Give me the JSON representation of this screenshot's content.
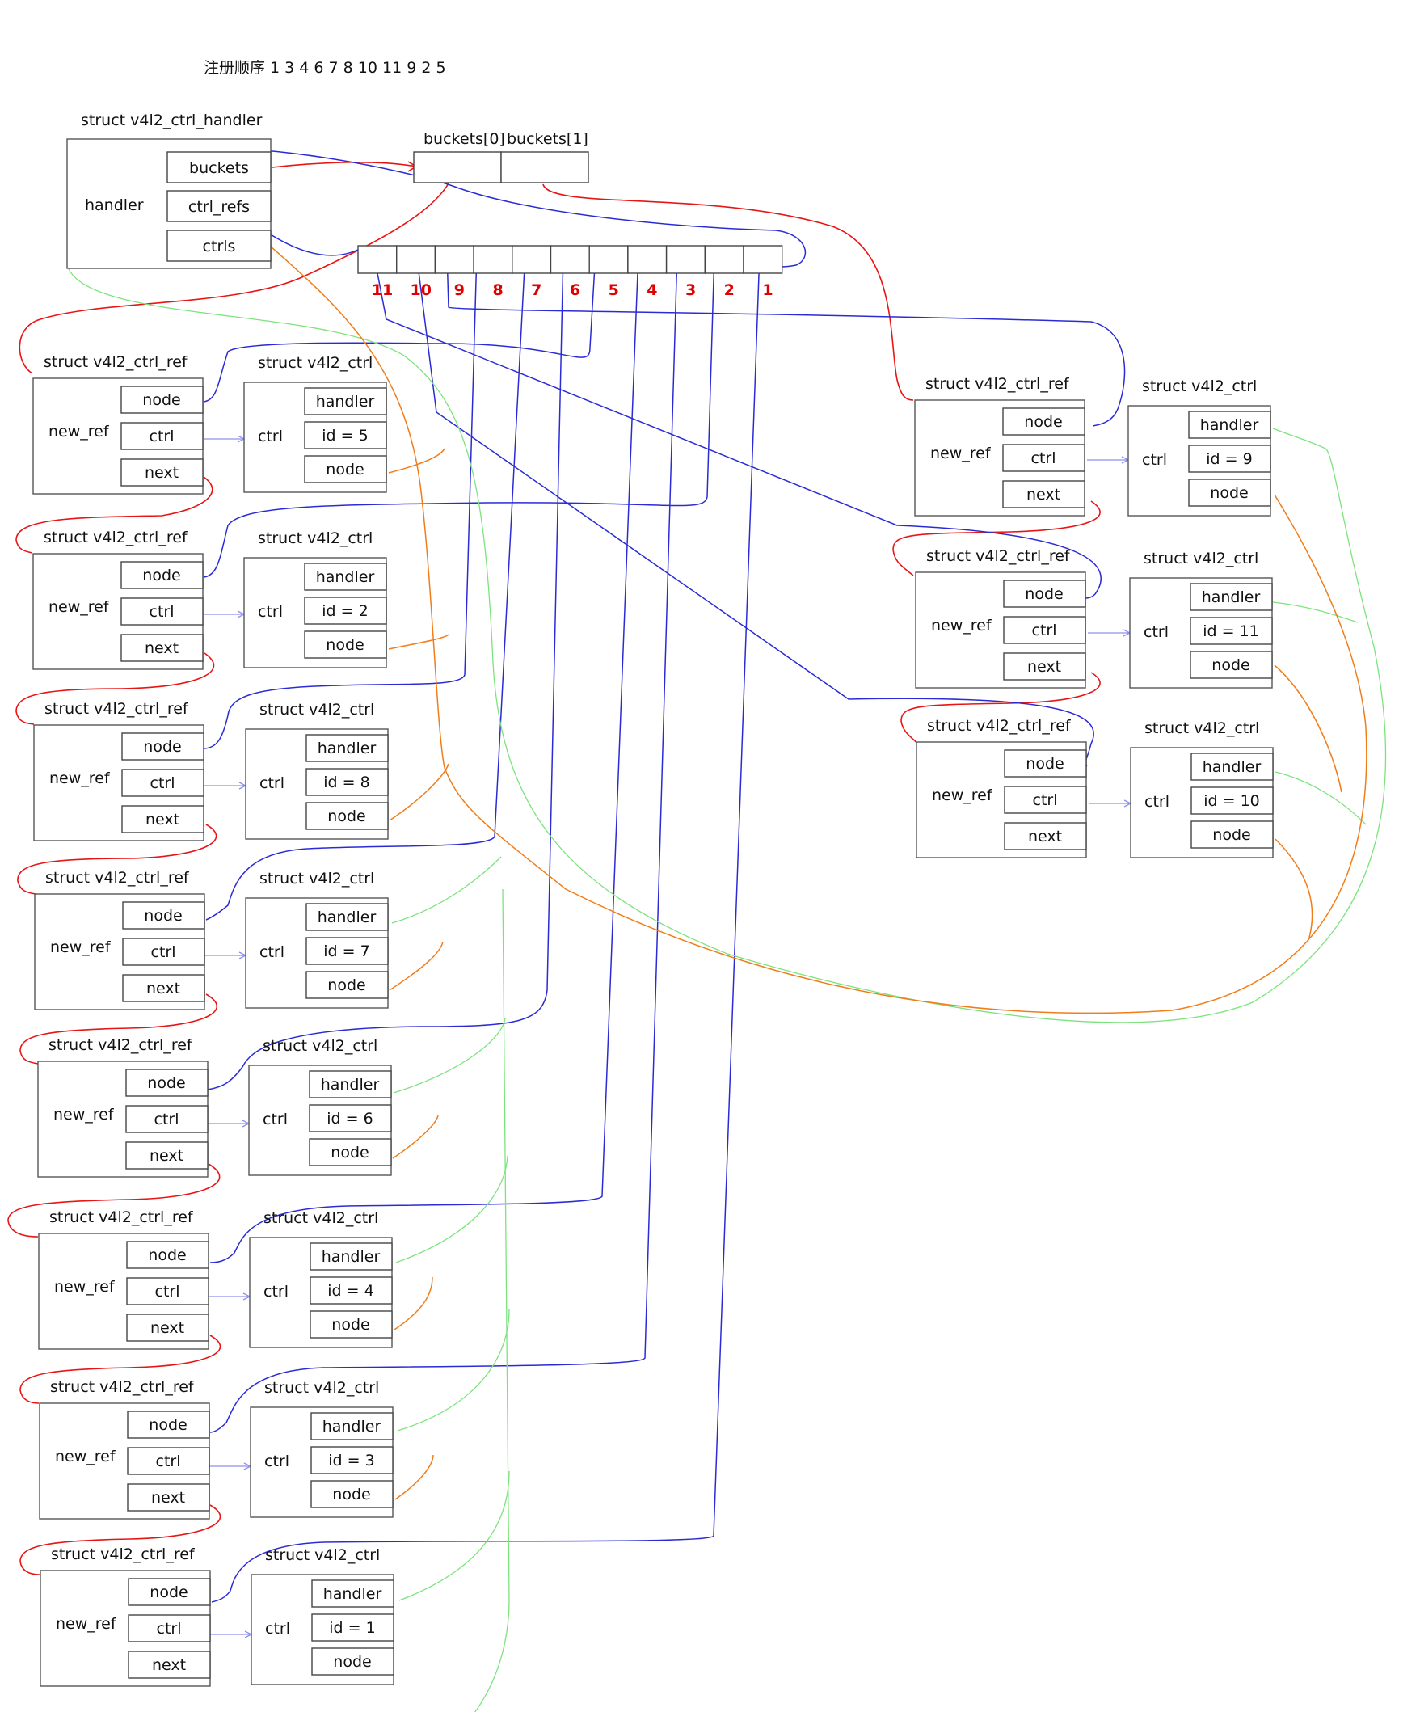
{
  "note": "注册顺序 1 3 4 6 7 8 10 11 9 2 5",
  "handler": {
    "struct_title": "struct v4l2_ctrl_handler",
    "label": "handler",
    "fields": [
      "buckets",
      "ctrl_refs",
      "ctrls"
    ]
  },
  "buckets": {
    "labels": [
      "buckets[0]",
      "buckets[1]"
    ]
  },
  "ref_array": {
    "numbers": [
      "11",
      "10",
      "9",
      "8",
      "7",
      "6",
      "5",
      "4",
      "3",
      "2",
      "1"
    ]
  },
  "ref_struct_title": "struct v4l2_ctrl_ref",
  "ctrl_struct_title": "struct v4l2_ctrl",
  "ref_label": "new_ref",
  "ref_fields": [
    "node",
    "ctrl",
    "next"
  ],
  "ctrl_label": "ctrl",
  "ctrl_fields": [
    "handler",
    "node"
  ],
  "ids": {
    "left": [
      "id = 5",
      "id = 2",
      "id = 8",
      "id = 7",
      "id = 6",
      "id = 4",
      "id = 3",
      "id = 1"
    ],
    "right": [
      "id = 9",
      "id = 11",
      "id = 10"
    ]
  },
  "colors": {
    "hash_chain": "#e81515",
    "list_link": "#2b2bd6",
    "handler_ptr": "#7ce37c",
    "ctrl_list": "#f07d1a",
    "ref_to_ctrl": "#8f8fee"
  }
}
